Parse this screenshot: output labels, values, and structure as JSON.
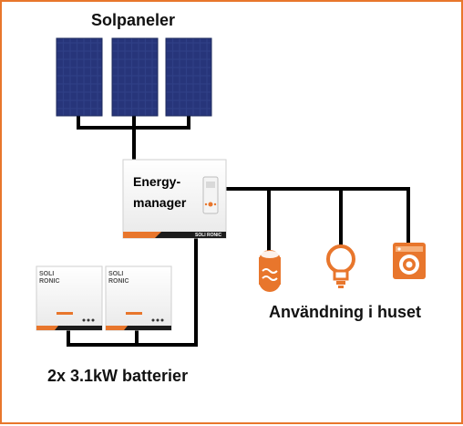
{
  "solar": {
    "label": "Solpaneler",
    "panels": 3
  },
  "energy_manager": {
    "label": "Energy-manager",
    "line1": "Energy-",
    "line2": "manager",
    "brand": "SOLI RONIC"
  },
  "usage": {
    "label": "Användning i huset",
    "devices": [
      {
        "name": "water-heater",
        "icon": "water-heater-icon"
      },
      {
        "name": "light-bulb",
        "icon": "light-bulb-icon"
      },
      {
        "name": "washing-machine",
        "icon": "washing-machine-icon"
      }
    ]
  },
  "batteries": {
    "label": "2x 3.1kW batterier",
    "units": [
      {
        "brand": "SOLI RONIC"
      },
      {
        "brand": "SOLI RONIC"
      }
    ]
  },
  "colors": {
    "frame": "#e8762c",
    "accent": "#e8762c",
    "panel": "#2b3a7a",
    "wire": "#000000"
  }
}
